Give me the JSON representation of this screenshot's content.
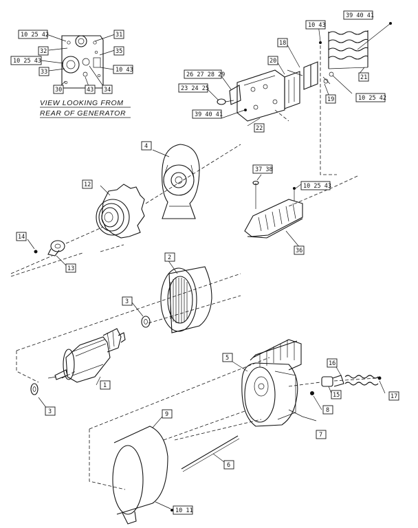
{
  "caption": {
    "line1": "VIEW LOOKING FROM",
    "line2": "REAR OF GENERATOR"
  },
  "callouts": {
    "c_10_25_42_a": "10 25 42",
    "c_31": "31",
    "c_32": "32",
    "c_35": "35",
    "c_10_25_43_a": "10 25 43",
    "c_33": "33",
    "c_10_43_a": "10 43",
    "c_30": "30",
    "c_43": "43",
    "c_34": "34",
    "c_10_43_b": "10 43",
    "c_39_40_41_a": "39 40 41",
    "c_18": "18",
    "c_20": "20",
    "c_21": "21",
    "c_26_27_28_29": "26 27 28 29",
    "c_23_24_25": "23 24 25",
    "c_19": "19",
    "c_10_25_42_b": "10 25 42",
    "c_39_40_41_b": "39 40 41",
    "c_22": "22",
    "c_4": "4",
    "c_12": "12",
    "c_14": "14",
    "c_13": "13",
    "c_37_38": "37 38",
    "c_10_25_43_b": "10 25 43",
    "c_36": "36",
    "c_2": "2",
    "c_3_a": "3",
    "c_1": "1",
    "c_3_b": "3",
    "c_5": "5",
    "c_16": "16",
    "c_15": "15",
    "c_17": "17",
    "c_8": "8",
    "c_7": "7",
    "c_9": "9",
    "c_6": "6",
    "c_10_11": "10 11"
  }
}
